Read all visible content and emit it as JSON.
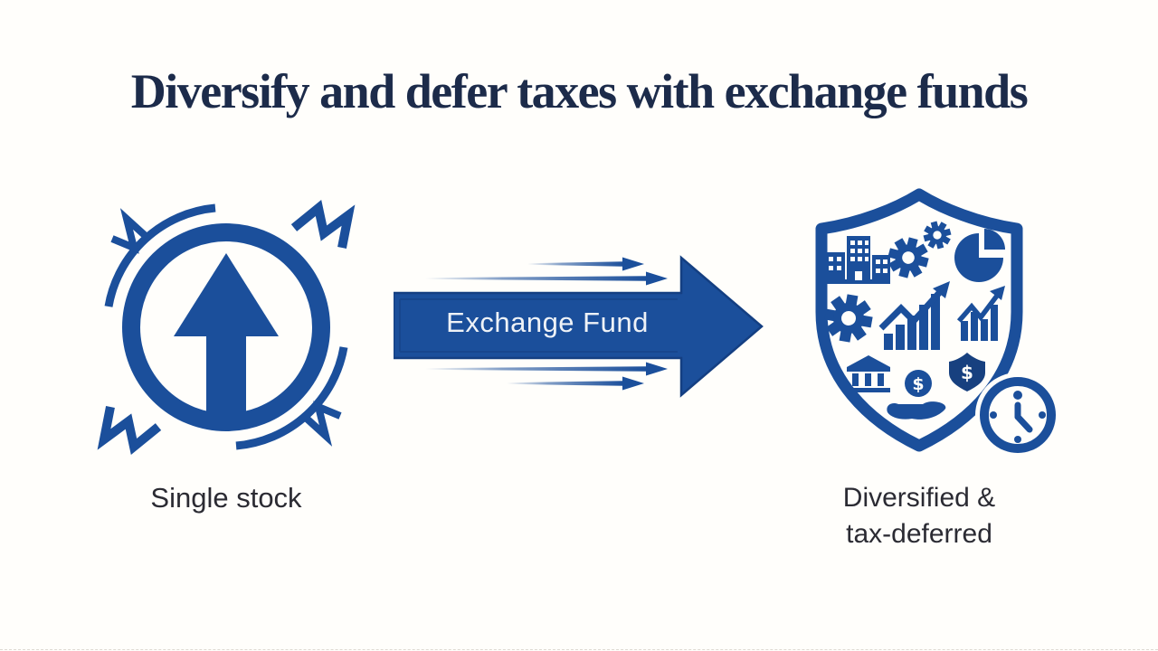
{
  "title": "Diversify and defer taxes with exchange funds",
  "colors": {
    "brand_blue": "#1b4f9b",
    "dark_blue": "#17407f",
    "title_navy": "#1c2b4a",
    "caption_text": "#2b2b33",
    "arrow_text": "#eef2f7",
    "background": "#fffefb"
  },
  "left": {
    "caption": "Single stock",
    "icon": "single-stock-volatility-icon"
  },
  "flow": {
    "arrow_label": "Exchange Fund",
    "icon": "exchange-fund-arrow-icon",
    "speed_lines": 4
  },
  "right": {
    "caption_line1": "Diversified &",
    "caption_line2": "tax-deferred",
    "icon": "diversified-shield-icon",
    "coin_symbol": "$",
    "shield_symbol": "$",
    "shield_icons": [
      "office-buildings-icon",
      "gears-icon",
      "pie-chart-icon",
      "gear-icon",
      "growth-bar-chart-icon",
      "growth-bar-chart-small-icon",
      "bank-icon",
      "hand-with-dollar-coin-icon",
      "dollar-shield-icon",
      "clock-icon"
    ]
  }
}
